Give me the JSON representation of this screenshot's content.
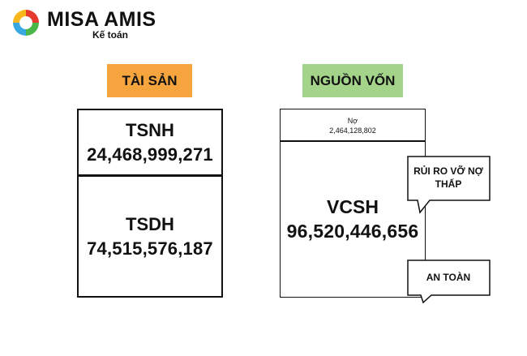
{
  "logo": {
    "brand": "MISA AMIS",
    "subtitle": "Kế toán",
    "colors": [
      "#e63a2e",
      "#f7b71d",
      "#3aa8e0",
      "#4bb648"
    ]
  },
  "left_header": {
    "label": "TÀI SẢN",
    "color": "#f6a43e"
  },
  "right_header": {
    "label": "NGUỒN VỐN",
    "color": "#a4d38a"
  },
  "assets": {
    "short_term": {
      "label": "TSNH",
      "value": "24,468,999,271"
    },
    "long_term": {
      "label": "TSDH",
      "value": "74,515,576,187"
    }
  },
  "capital": {
    "liabilities": {
      "label": "Nợ",
      "value": "2,464,128,802"
    },
    "equity": {
      "label": "VCSH",
      "value": "96,520,446,656"
    }
  },
  "callouts": {
    "low_debt_risk": "RỦI RO VỠ NỢ THẤP",
    "safe": "AN TOÀN"
  }
}
